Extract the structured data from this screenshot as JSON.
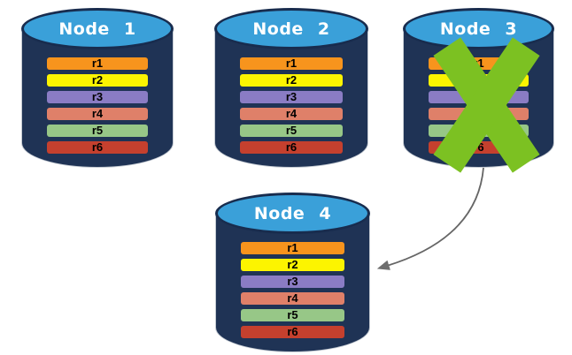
{
  "diagram": {
    "description": "Database replication diagram: four nodes each holding rows r1-r6; Node 3 is crossed out (failed) and an arrow shows its data moving to Node 4.",
    "nodes": [
      {
        "label": "Node 1",
        "failed": false,
        "rows": [
          {
            "label": "r1",
            "color": "#F7941D"
          },
          {
            "label": "r2",
            "color": "#FCF400"
          },
          {
            "label": "r3",
            "color": "#8A7CC4"
          },
          {
            "label": "r4",
            "color": "#DF8069"
          },
          {
            "label": "r5",
            "color": "#97C787"
          },
          {
            "label": "r6",
            "color": "#C5402E"
          }
        ]
      },
      {
        "label": "Node 2",
        "failed": false,
        "rows": [
          {
            "label": "r1",
            "color": "#F7941D"
          },
          {
            "label": "r2",
            "color": "#FCF400"
          },
          {
            "label": "r3",
            "color": "#8A7CC4"
          },
          {
            "label": "r4",
            "color": "#DF8069"
          },
          {
            "label": "r5",
            "color": "#97C787"
          },
          {
            "label": "r6",
            "color": "#C5402E"
          }
        ]
      },
      {
        "label": "Node 3",
        "failed": true,
        "rows": [
          {
            "label": "r1",
            "color": "#F7941D"
          },
          {
            "label": "r2",
            "color": "#FCF400"
          },
          {
            "label": "r3",
            "color": "#8A7CC4"
          },
          {
            "label": "r4",
            "color": "#DF8069"
          },
          {
            "label": "r5",
            "color": "#97C787"
          },
          {
            "label": "r6",
            "color": "#C5402E"
          }
        ]
      },
      {
        "label": "Node 4",
        "failed": false,
        "rows": [
          {
            "label": "r1",
            "color": "#F7941D"
          },
          {
            "label": "r2",
            "color": "#FCF400"
          },
          {
            "label": "r3",
            "color": "#8A7CC4"
          },
          {
            "label": "r4",
            "color": "#DF8069"
          },
          {
            "label": "r5",
            "color": "#97C787"
          },
          {
            "label": "r6",
            "color": "#C5402E"
          }
        ]
      }
    ],
    "colors": {
      "cylinder_body": "#1F3355",
      "cylinder_top": "#3AA0D9",
      "cylinder_border": "#182C4E",
      "row_text": "#000000",
      "title_text": "#FFFFFF",
      "failure_x": "#7CC122",
      "arrow": "#666666",
      "arrow_head": "#6E6E6E"
    },
    "arrow": {
      "from": "Node 3",
      "to": "Node 4"
    }
  }
}
